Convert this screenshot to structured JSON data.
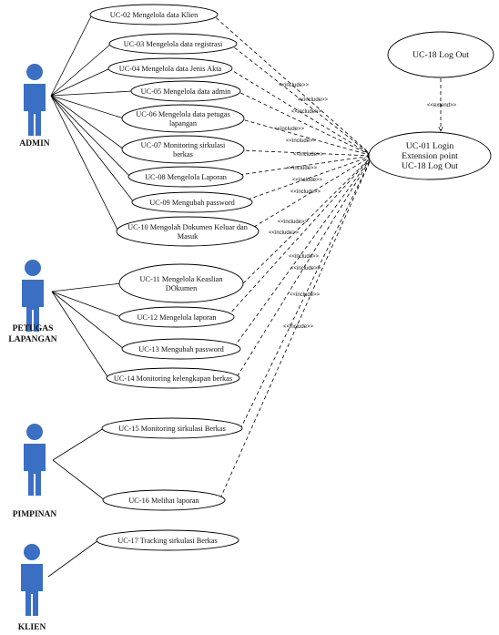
{
  "colors": {
    "actor": "#3a6fc4",
    "line": "#000000",
    "background": "#ffffff"
  },
  "actors": [
    {
      "id": "admin",
      "lines": [
        "ADMIN"
      ]
    },
    {
      "id": "petugas",
      "lines": [
        "PETUGAS",
        "LAPANGAN"
      ]
    },
    {
      "id": "pimpinan",
      "lines": [
        "PIMPINAN"
      ]
    },
    {
      "id": "klien",
      "lines": [
        "KLIEN"
      ]
    }
  ],
  "use_cases": [
    {
      "id": "uc02",
      "actor": "admin",
      "lines": [
        "UC-02 Mengelola data Klien"
      ]
    },
    {
      "id": "uc03",
      "actor": "admin",
      "lines": [
        "UC-03 Mengelola data registrasi"
      ]
    },
    {
      "id": "uc04",
      "actor": "admin",
      "lines": [
        "UC-04 Mengelola data Jenis Akta"
      ]
    },
    {
      "id": "uc05",
      "actor": "admin",
      "lines": [
        "UC-05 Mengelola data admin"
      ]
    },
    {
      "id": "uc06",
      "actor": "admin",
      "lines": [
        "UC-06 Mengelola data petugas",
        "lapangan"
      ]
    },
    {
      "id": "uc07",
      "actor": "admin",
      "lines": [
        "UC-07 Monitoring sirkulasi",
        "berkas"
      ]
    },
    {
      "id": "uc08",
      "actor": "admin",
      "lines": [
        "UC-08 Mengelola Laporan"
      ]
    },
    {
      "id": "uc09",
      "actor": "admin",
      "lines": [
        "UC-09 Mengubah password"
      ]
    },
    {
      "id": "uc10",
      "actor": "admin",
      "lines": [
        "UC-10 Mengolah Dokumen Keluar dan",
        "Masuk"
      ]
    },
    {
      "id": "uc11",
      "actor": "petugas",
      "lines": [
        "UC-11 Mengelola Keaslian",
        "DOkumen"
      ]
    },
    {
      "id": "uc12",
      "actor": "petugas",
      "lines": [
        "UC-12 Mengelola laporan"
      ]
    },
    {
      "id": "uc13",
      "actor": "petugas",
      "lines": [
        "UC-13 Mengubah password"
      ]
    },
    {
      "id": "uc14",
      "actor": "petugas",
      "lines": [
        "UC-14 Monitoring kelengkapan berkas"
      ]
    },
    {
      "id": "uc15",
      "actor": "pimpinan",
      "lines": [
        "UC-15 Monitoring sirkulasi Berkas"
      ]
    },
    {
      "id": "uc16",
      "actor": "pimpinan",
      "lines": [
        "UC-16 Melihat laporan"
      ]
    },
    {
      "id": "uc17",
      "actor": "klien",
      "lines": [
        "UC-17 Tracking sirkulasi Berkas"
      ]
    }
  ],
  "login": {
    "lines": [
      "UC-01 Login",
      "Extension point",
      "UC-18 Log Out"
    ]
  },
  "logout": {
    "lines": [
      "UC-18 Log Out"
    ]
  },
  "include_label": "<<include>>",
  "extend_label": "<<extend>>"
}
